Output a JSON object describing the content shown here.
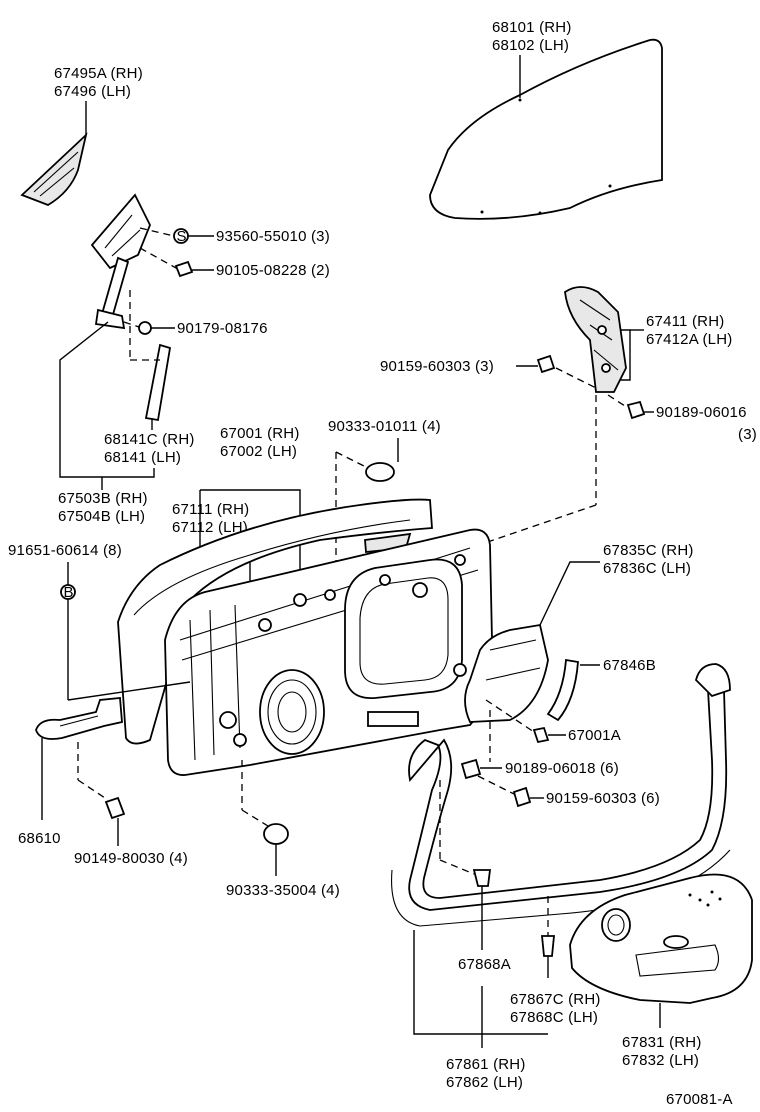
{
  "diagram_id": "670081-A",
  "labels": {
    "glass": [
      "68101 (RH)",
      "68102 (LH)"
    ],
    "mirror_cover": [
      "67495A (RH)",
      "67496   (LH)"
    ],
    "s_screw": "93560-55010 (3)",
    "bolt_a": "90105-08228 (2)",
    "bolt_b": "90179-08176",
    "weatherstrip_strip": [
      "68141C (RH)",
      "68141   (LH)"
    ],
    "division_bar": [
      "67503B (RH)",
      "67504B (LH)"
    ],
    "regulator": [
      "67411   (RH)",
      "67412A (LH)"
    ],
    "bolt_c": "90159-60303 (3)",
    "nut_a": "90189-06016",
    "nut_a_qty": "(3)",
    "hole_plug_a": "90333-01011 (4)",
    "door_panel": [
      "67001 (RH)",
      "67002 (LH)"
    ],
    "inner_frame": [
      "67111 (RH)",
      "67112 (LH)"
    ],
    "b_screw": "91651-60614 (8)",
    "service_cover": [
      "67835C (RH)",
      "67836C (LH)"
    ],
    "seal": "67846B",
    "clip_a": "67001A",
    "nut_b": "90189-06018 (6)",
    "bolt_d": "90159-60303 (6)",
    "check_assy": "68610",
    "bolt_e": "90149-80030 (4)",
    "hole_plug_b": "90333-35004 (4)",
    "clip_b": "67868A",
    "clip_c": [
      "67867C (RH)",
      "67868C (LH)"
    ],
    "weatherstrip": [
      "67861 (RH)",
      "67862 (LH)"
    ],
    "trim_board": [
      "67831 (RH)",
      "67832 (LH)"
    ],
    "circle_s": "S",
    "circle_b": "B"
  }
}
